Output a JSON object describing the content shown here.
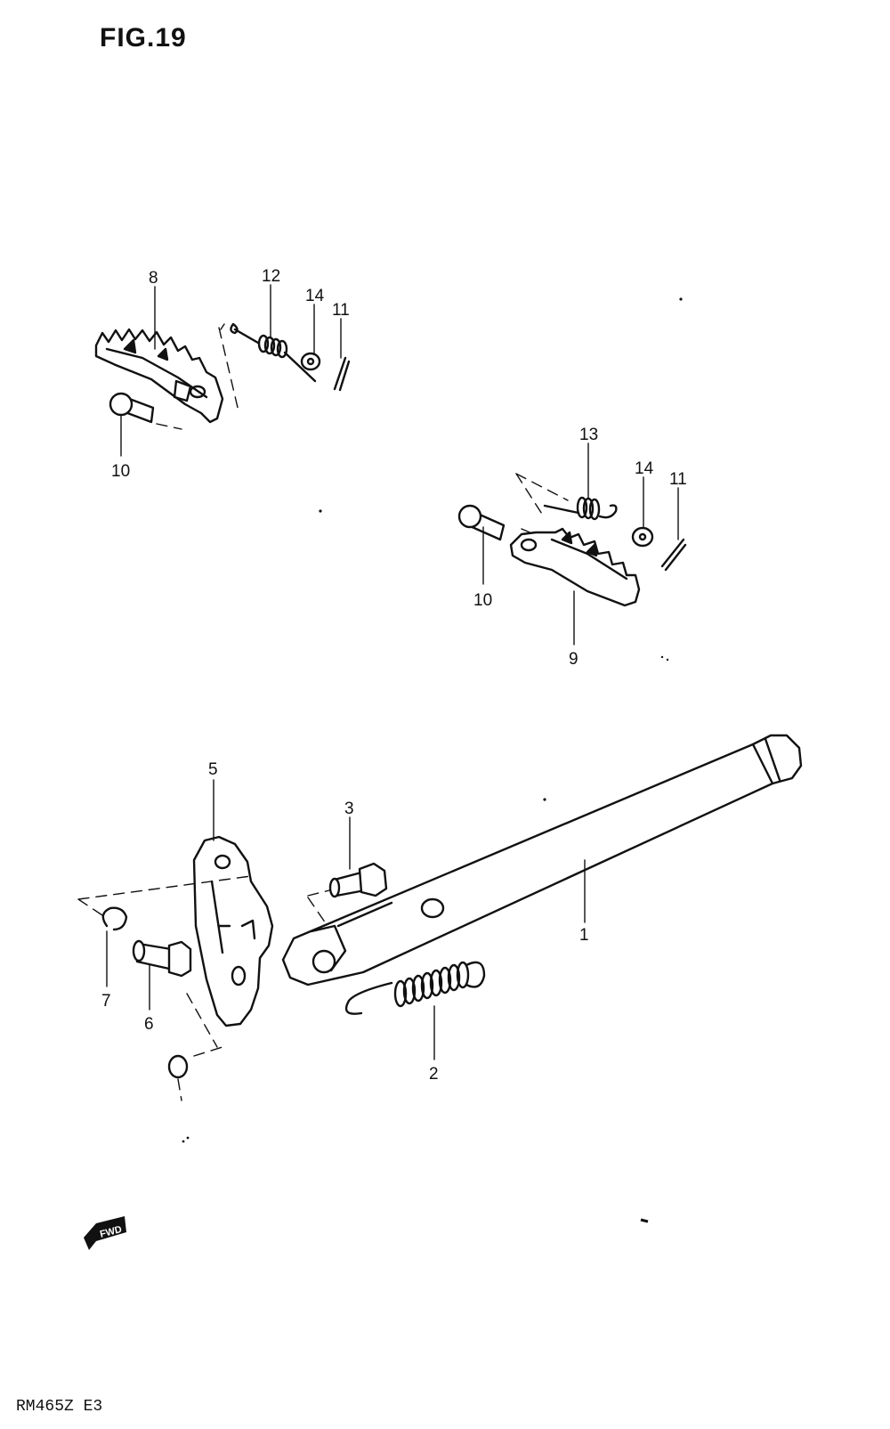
{
  "figure_title": "FIG.19",
  "model_code": "RM465Z  E3",
  "fwd_mark": "FWD",
  "callouts": [
    "1",
    "2",
    "3",
    "5",
    "6",
    "7",
    "8",
    "9",
    "10",
    "10",
    "11",
    "11",
    "12",
    "13",
    "14",
    "14"
  ]
}
